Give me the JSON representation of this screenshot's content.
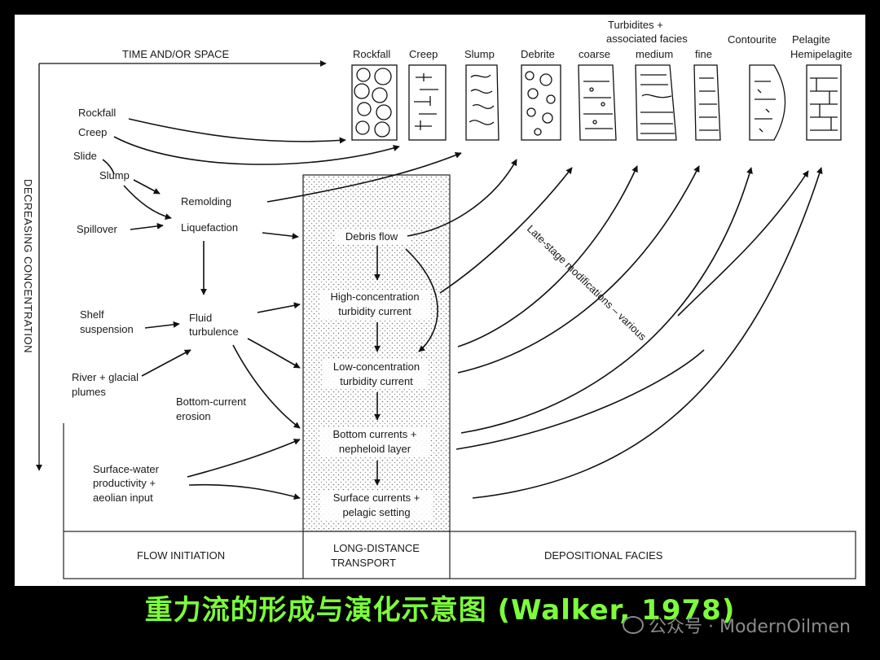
{
  "axes": {
    "horizontal": "TIME AND/OR SPACE",
    "vertical": "DECREASING CONCENTRATION"
  },
  "column_headers": {
    "rockfall": "Rockfall",
    "creep": "Creep",
    "slump": "Slump",
    "debrite": "Debrite",
    "turbidites_line1": "Turbidites +",
    "turbidites_line2": "associated facies",
    "coarse": "coarse",
    "medium": "medium",
    "fine": "fine",
    "contourite": "Contourite",
    "pelagite": "Pelagite",
    "hemipelagite": "Hemipelagite"
  },
  "initiation": {
    "rockfall": "Rockfall",
    "creep": "Creep",
    "slide": "Slide",
    "slump": "Slump",
    "remolding": "Remolding",
    "spillover": "Spillover",
    "liquefaction": "Liquefaction",
    "shelf_1": "Shelf",
    "shelf_2": "suspension",
    "fluid_1": "Fluid",
    "fluid_2": "turbulence",
    "river_1": "River + glacial",
    "river_2": "plumes",
    "bottom_erosion_1": "Bottom-current",
    "bottom_erosion_2": "erosion",
    "surface_1": "Surface-water",
    "surface_2": "productivity +",
    "surface_3": "aeolian input"
  },
  "transport": {
    "debris_flow": "Debris flow",
    "high_1": "High-concentration",
    "high_2": "turbidity current",
    "low_1": "Low-concentration",
    "low_2": "turbidity current",
    "bottom_1": "Bottom currents +",
    "bottom_2": "nepheloid layer",
    "surface_1": "Surface currents +",
    "surface_2": "pelagic setting"
  },
  "late_stage": "Late-stage modifications – various",
  "footer": {
    "flow_initiation": "FLOW INITIATION",
    "long_1": "LONG-DISTANCE",
    "long_2": "TRANSPORT",
    "depositional": "DEPOSITIONAL FACIES"
  },
  "caption": "重力流的形成与演化示意图 (Walker, 1978)",
  "watermark": "公众号 · ModernOilmen"
}
